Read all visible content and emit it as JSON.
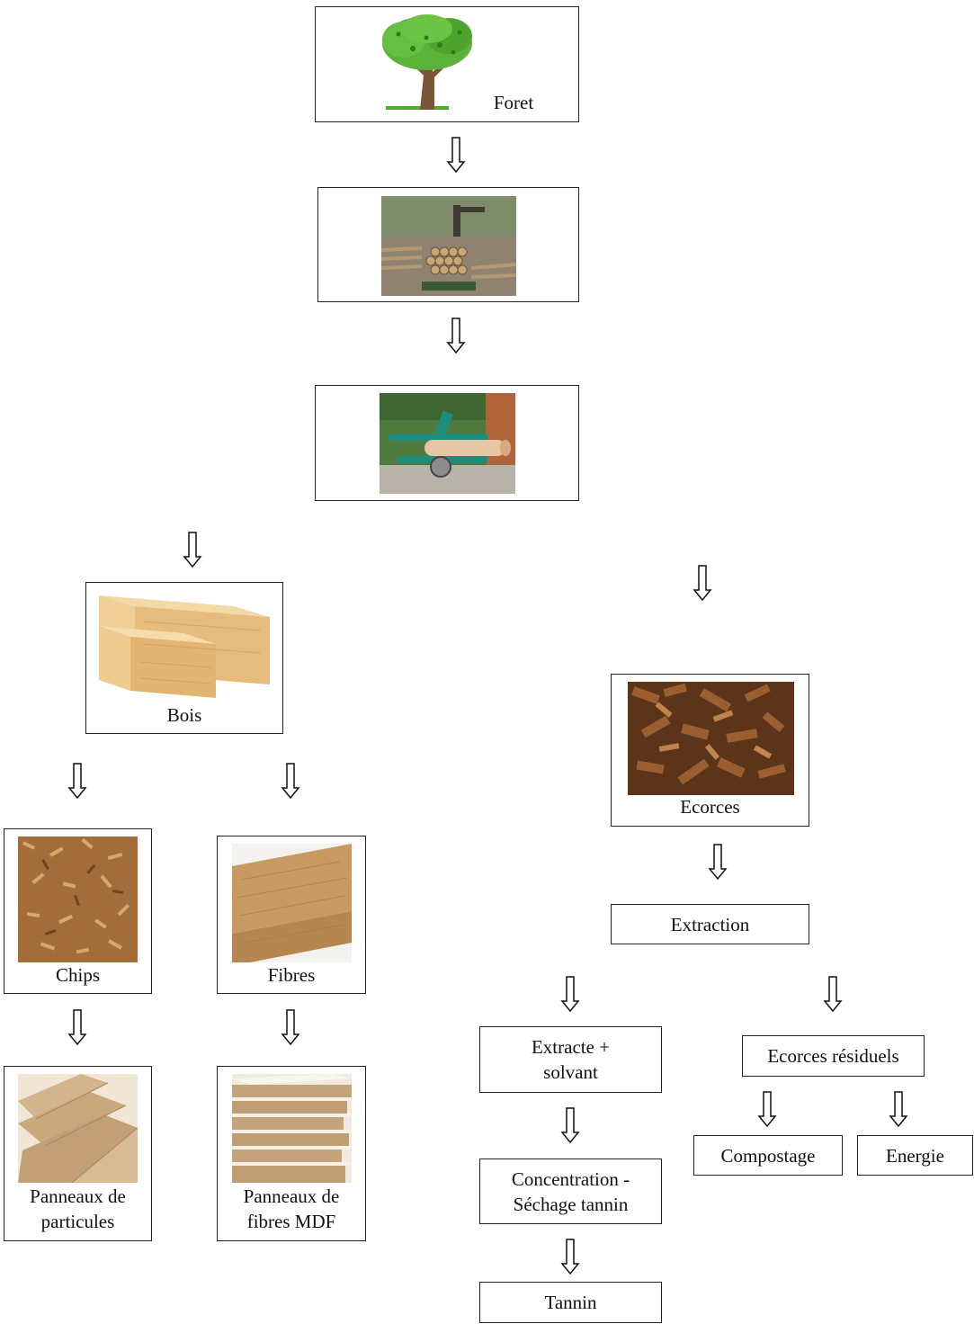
{
  "nodes": {
    "forest": {
      "label": "Foret",
      "icon": "tree-icon"
    },
    "harvest": {
      "icon": "log-harvesting-photo"
    },
    "debarking": {
      "icon": "debarking-machine-photo"
    },
    "bois": {
      "label": "Bois",
      "icon": "timber-beams-photo"
    },
    "chips": {
      "label": "Chips",
      "icon": "wood-chips-photo"
    },
    "fibres": {
      "label": "Fibres",
      "icon": "wood-fibre-board-photo"
    },
    "particle_panels": {
      "label_line1": "Panneaux de",
      "label_line2": "particules",
      "icon": "particle-board-photo"
    },
    "mdf_panels": {
      "label_line1": "Panneaux de",
      "label_line2": "fibres MDF",
      "icon": "mdf-panels-photo"
    },
    "ecorces": {
      "label": "Ecorces",
      "icon": "bark-pieces-photo"
    },
    "extraction": {
      "label": "Extraction"
    },
    "extract_solvent": {
      "label_line1": "Extracte +",
      "label_line2": "solvant"
    },
    "residual_bark": {
      "label": "Ecorces résiduels"
    },
    "concentration": {
      "label_line1": "Concentration -",
      "label_line2": "Séchage tannin"
    },
    "tannin": {
      "label": "Tannin"
    },
    "compostage": {
      "label": "Compostage"
    },
    "energie": {
      "label": "Energie"
    }
  },
  "colors": {
    "border": "#222222",
    "tree_foliage": "#5cb33a",
    "tree_trunk": "#7a5636",
    "wood_light": "#e8c48a",
    "bark": "#7b4a26"
  }
}
